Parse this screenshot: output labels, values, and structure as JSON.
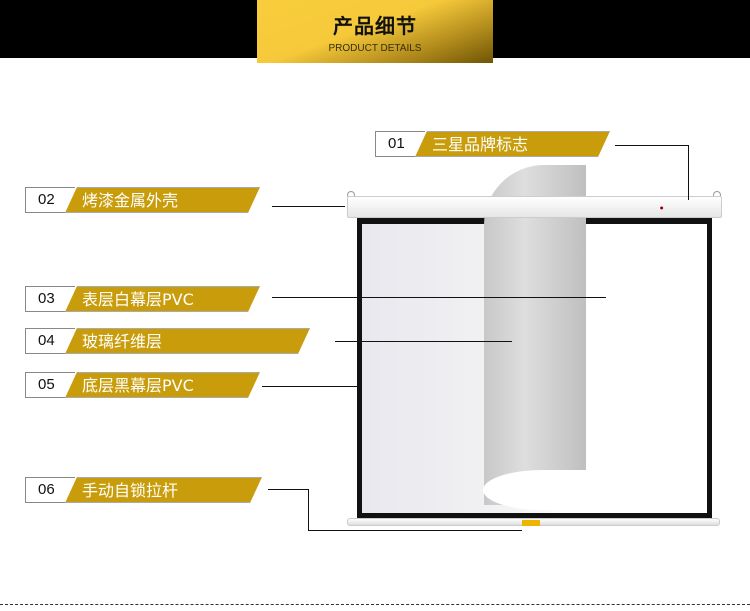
{
  "header": {
    "title": "产品细节",
    "subtitle": "PRODUCT DETAILS"
  },
  "callouts": [
    {
      "num": "01",
      "label": "三星品牌标志"
    },
    {
      "num": "02",
      "label": "烤漆金属外壳"
    },
    {
      "num": "03",
      "label": "表层白幕层PVC"
    },
    {
      "num": "04",
      "label": "玻璃纤维层"
    },
    {
      "num": "05",
      "label": "底层黑幕层PVC"
    },
    {
      "num": "06",
      "label": "手动自锁拉杆"
    }
  ],
  "colors": {
    "gold": "#c89c0a",
    "header_gold": "#f6c93a",
    "band": "#000000"
  }
}
